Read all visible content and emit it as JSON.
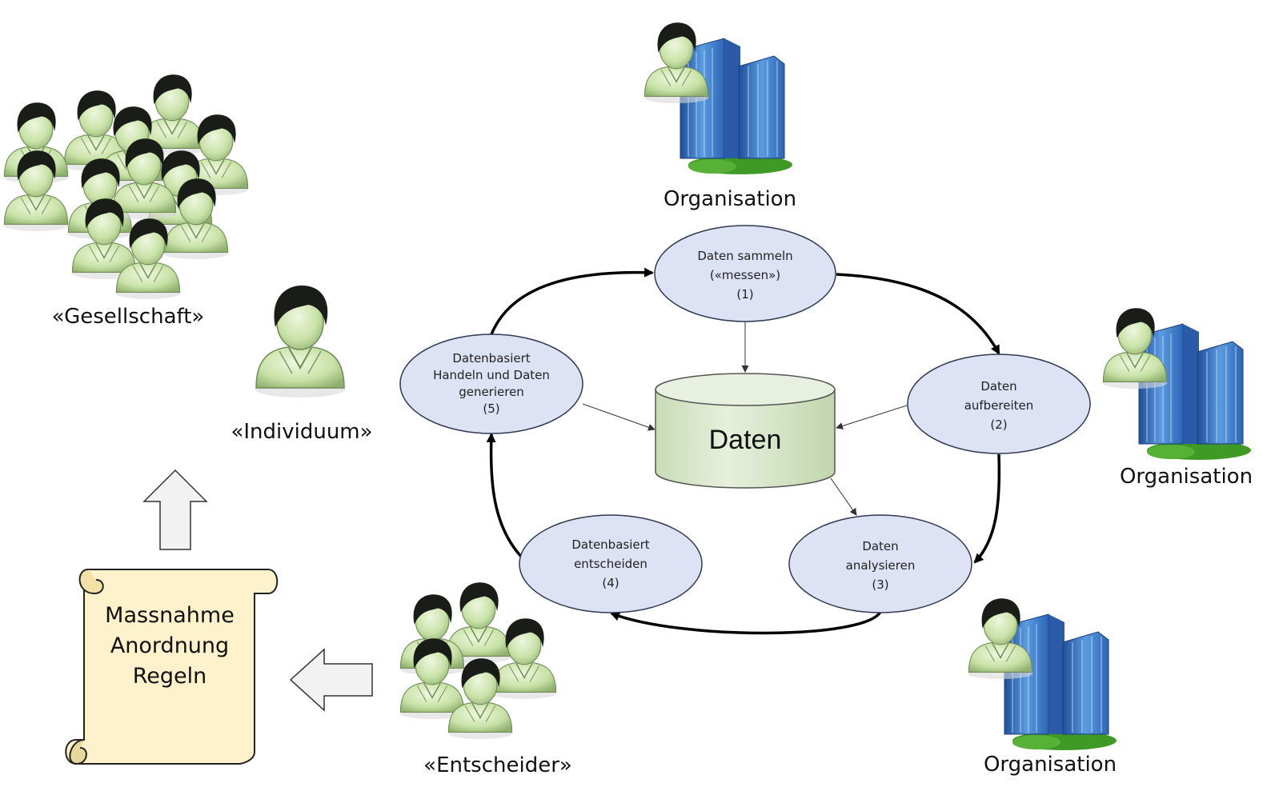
{
  "labels": {
    "society": "«Gesellschaft»",
    "individual": "«Individuum»",
    "decider": "«Entscheider»",
    "org_top": "Organisation",
    "org_right": "Organisation",
    "org_bottom": "Organisation"
  },
  "datastore": {
    "label": "Daten"
  },
  "cycle_nodes": [
    {
      "line1": "Daten sammeln",
      "line2": "(«messen»)",
      "line3": "(1)"
    },
    {
      "line1": "Daten",
      "line2": "aufbereiten",
      "line3": "(2)"
    },
    {
      "line1": "Daten",
      "line2": "analysieren",
      "line3": "(3)"
    },
    {
      "line1": "Datenbasiert",
      "line2": "entscheiden",
      "line3": "(4)"
    },
    {
      "line1": "Datenbasiert",
      "line2": "Handeln und Daten",
      "line3": "generieren",
      "line4": "(5)"
    }
  ],
  "scroll": {
    "line1": "Massnahme",
    "line2": "Anordnung",
    "line3": "Regeln"
  },
  "colors": {
    "ellipse_fill": "#dde3f4",
    "ellipse_stroke": "#2f3a4f",
    "cylinder_fill": "#dfebd2",
    "scroll_fill": "#fdf2cc",
    "arrow_fill": "#f2f2f2",
    "person_skin": "#c9e2a8",
    "person_hair": "#1a1c18",
    "building_blue": "#3a78c8",
    "grass_green": "#4aa62c"
  },
  "icons": {
    "person": "person-icon",
    "organisation": "organisation-icon",
    "scroll": "scroll-icon",
    "arrow": "block-arrow-icon"
  }
}
